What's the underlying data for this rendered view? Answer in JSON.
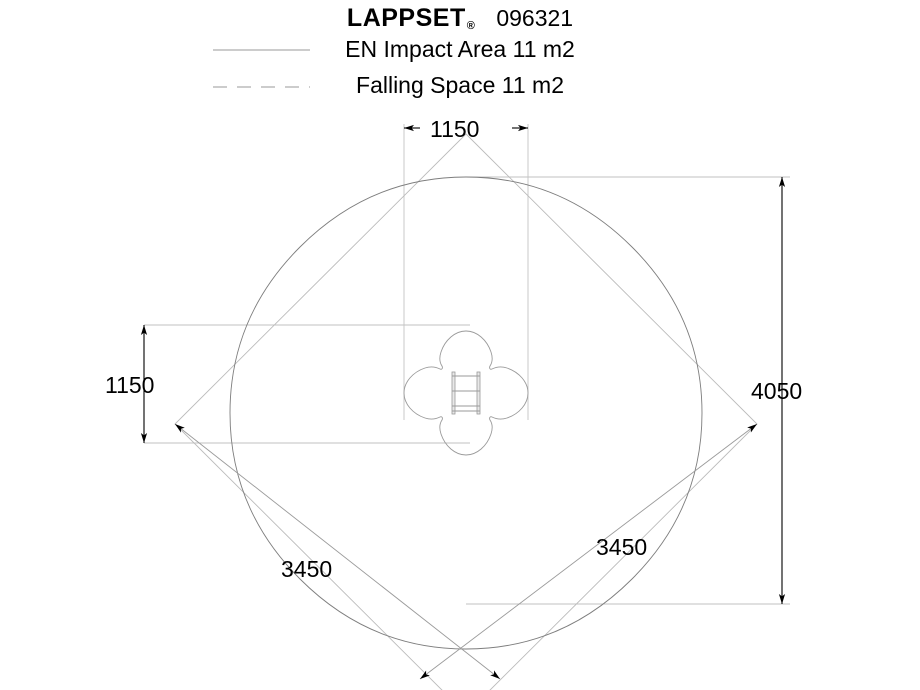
{
  "header": {
    "brand": "LAPPSET",
    "brand_mark": "®",
    "product_code": "096321"
  },
  "legend": {
    "items": [
      {
        "label": "EN Impact Area 11 m2",
        "line_style": "solid",
        "icon": "solid-line-swatch"
      },
      {
        "label": "Falling Space 11 m2",
        "line_style": "dashed",
        "icon": "dashed-line-swatch"
      }
    ]
  },
  "dimensions": {
    "top_width": "1150",
    "left_height": "1150",
    "right_height": "4050",
    "diagonal_left": "3450",
    "diagonal_right": "3450"
  },
  "colors": {
    "ink": "#000000",
    "outline": "#808080",
    "thin_line": "#b0b0b0",
    "equipment": "#9a9a9a",
    "background": "#ffffff"
  },
  "drawing": {
    "title": "Playground equipment plan view with safety zones",
    "equipment_name": "cross-shaped-spring-rider",
    "impact_area_shape": "rounded-square-rotated-45",
    "falling_space_shape": "diamond"
  }
}
